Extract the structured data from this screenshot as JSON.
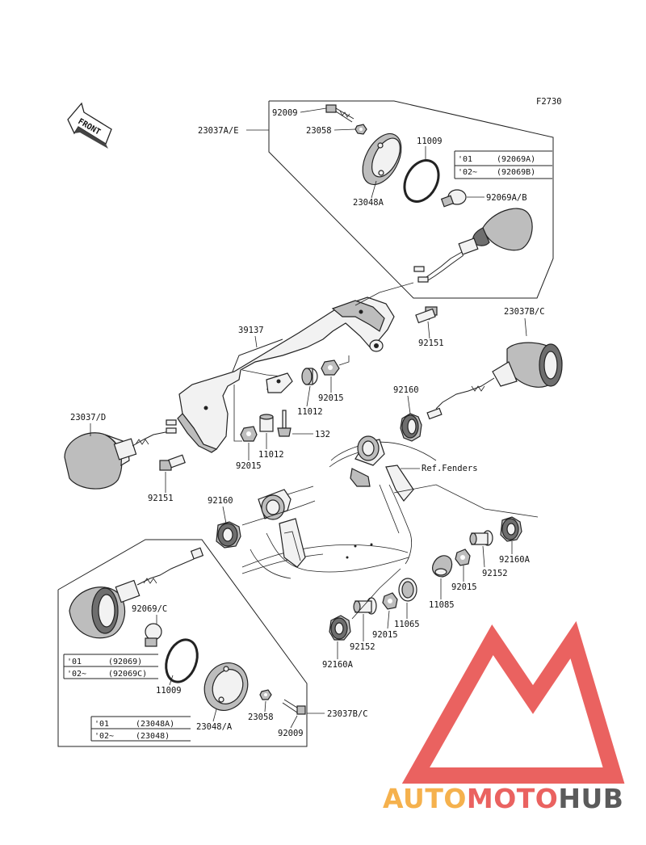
{
  "diagram": {
    "code": "F2730",
    "front_label": "FRONT",
    "callouts": {
      "p92009_top": "92009",
      "p23037AE": "23037A/E",
      "p23058_top": "23058",
      "p11009_top": "11009",
      "p23048A": "23048A",
      "p92069AB": "92069A/B",
      "p39137": "39137",
      "p92151_r": "92151",
      "p23037BC_top": "23037B/C",
      "p92015_a": "92015",
      "p11012_a": "11012",
      "p92160_r": "92160",
      "p23037D": "23037/D",
      "p132": "132",
      "p92015_b": "92015",
      "p11012_b": "11012",
      "ref_fenders": "Ref.Fenders",
      "p92151_l": "92151",
      "p92160_l": "92160",
      "p92160A_r": "92160A",
      "p92152_r": "92152",
      "p92015_c": "92015",
      "p11085": "11085",
      "p11065": "11065",
      "p92015_d": "92015",
      "p92152_l": "92152",
      "p92160A_l": "92160A",
      "p92069C": "92069/C",
      "p11009_bot": "11009",
      "p23048A_bot": "23048/A",
      "p23058_bot": "23058",
      "p23037BC_bot": "23037B/C",
      "p92009_bot": "92009"
    },
    "table_top": [
      [
        "'01",
        "(92069A)"
      ],
      [
        "'02~",
        "(92069B)"
      ]
    ],
    "table_mid": [
      [
        "'01",
        "(92069)"
      ],
      [
        "'02~",
        "(92069C)"
      ]
    ],
    "table_bot": [
      [
        "'01",
        "(23048A)"
      ],
      [
        "'02~",
        "(23048)"
      ]
    ]
  },
  "watermark": {
    "word_1": "AUTO",
    "word_2": "MOTO",
    "word_3": "HUB",
    "colors": {
      "triangle": "#e8524f",
      "auto": "#f4a93a",
      "moto": "#e8524f",
      "hub": "#4a4a4a"
    }
  }
}
